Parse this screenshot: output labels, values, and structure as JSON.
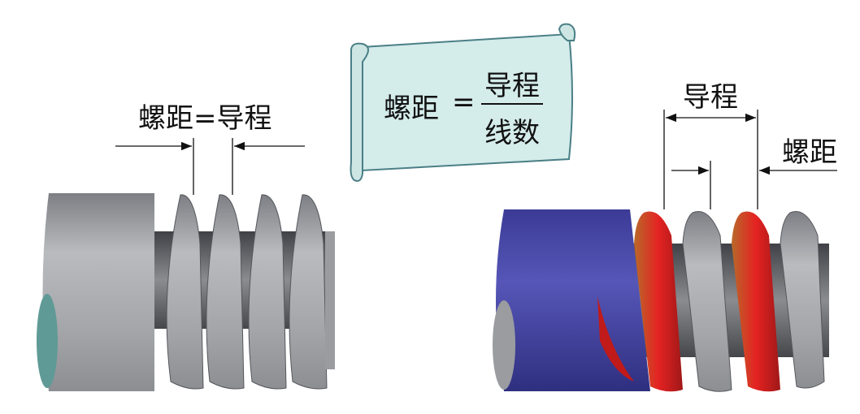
{
  "left_figure": {
    "label": "螺距=导程"
  },
  "formula_scroll": {
    "lhs": "螺距",
    "equals": "=",
    "numerator": "导程",
    "denominator": "线数"
  },
  "right_figure": {
    "lead_label": "导程",
    "pitch_label": "螺距"
  },
  "colors": {
    "scroll_fill": "#d4ecea",
    "scroll_stroke": "#4a7f86",
    "screw_gray": "#a8aaae",
    "shaft_blue": "#4a4aa8",
    "thread_red": "#e02020",
    "thread_orange": "#b86a2a",
    "end_face_teal": "#5f9a96"
  }
}
